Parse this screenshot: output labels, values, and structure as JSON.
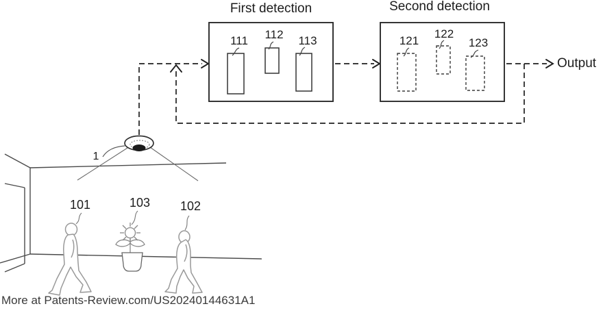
{
  "diagram": {
    "first_detection": {
      "title": "First detection",
      "items": [
        {
          "label": "111"
        },
        {
          "label": "112"
        },
        {
          "label": "113"
        }
      ]
    },
    "second_detection": {
      "title": "Second detection",
      "items": [
        {
          "label": "121"
        },
        {
          "label": "122"
        },
        {
          "label": "123"
        }
      ]
    },
    "output_label": "Output",
    "scene": {
      "camera_label": "1",
      "person_left_label": "101",
      "person_right_label": "102",
      "plant_label": "103"
    },
    "footer_text": "More at Patents-Review.com/US20240144631A1",
    "colors": {
      "ink": "#1e1e1e",
      "structure_line": "#444444",
      "silhouette": "#999999",
      "lens": "#1a1a1a",
      "footer_text": "#3a3a3a",
      "background": "#ffffff"
    }
  }
}
